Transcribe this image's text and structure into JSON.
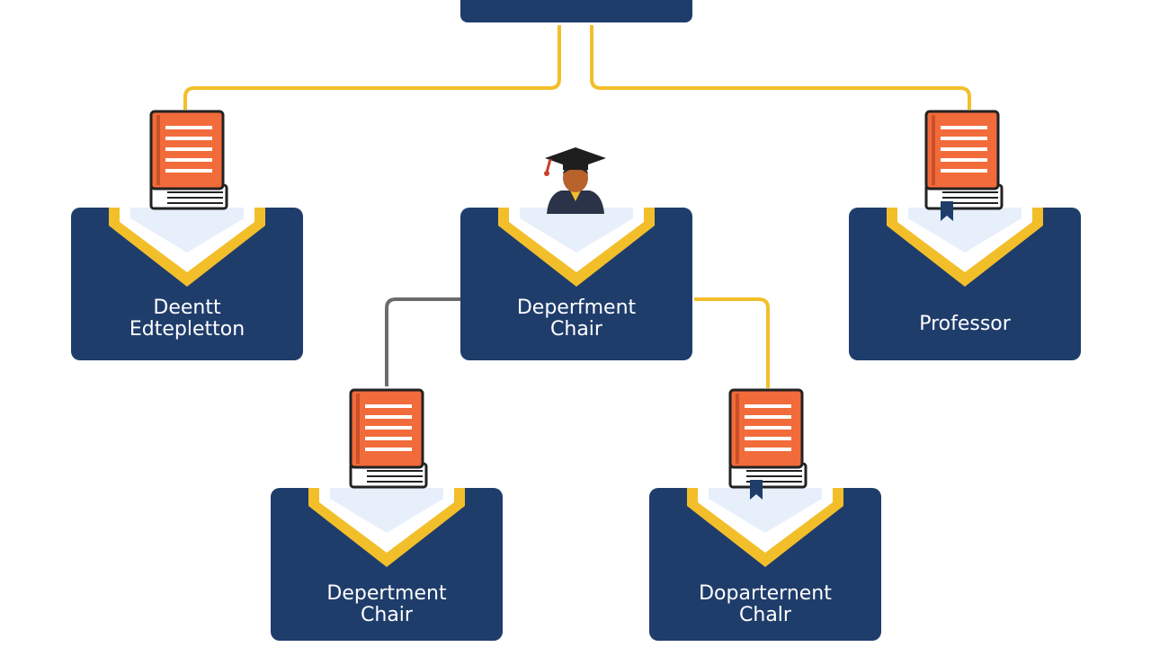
{
  "colors": {
    "node": "#1f3d6b",
    "accent": "#f2bf2a",
    "book": "#f26b3a",
    "connector_gray": "#6b6b6b",
    "pale": "#e6effa"
  },
  "nodes": [
    {
      "id": "left",
      "lines": [
        "Deentt",
        "Edtepletton"
      ],
      "icon": "book-icon"
    },
    {
      "id": "center",
      "lines": [
        "Deperfment",
        "Chair"
      ],
      "icon": "graduate-icon"
    },
    {
      "id": "right",
      "lines": [
        "Professor"
      ],
      "icon": "book-icon"
    },
    {
      "id": "bottom-left",
      "lines": [
        "Depertment",
        "Chair"
      ],
      "icon": "book-icon"
    },
    {
      "id": "bottom-right",
      "lines": [
        "Doparternent",
        "Chalr"
      ],
      "icon": "book-icon"
    }
  ]
}
